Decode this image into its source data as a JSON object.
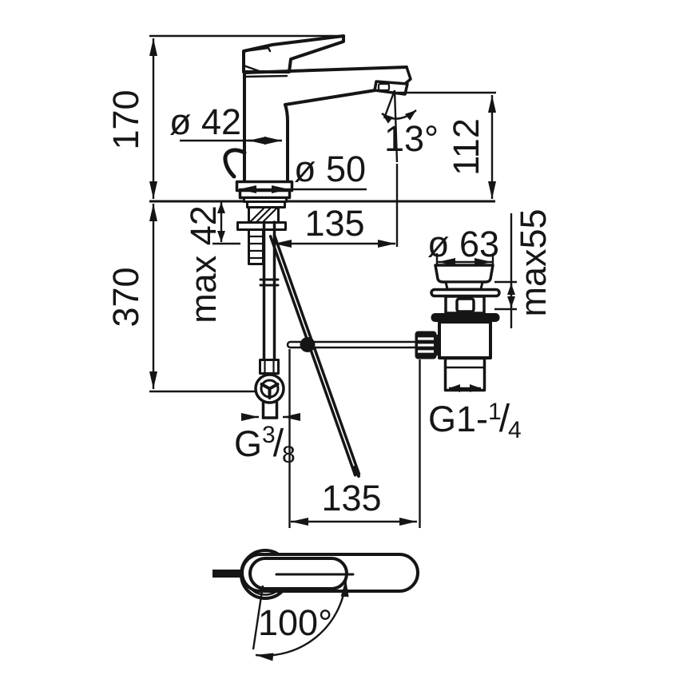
{
  "drawing": {
    "ink_color": "#151515",
    "background": "#ffffff",
    "type": "faucet-dimension-drawing",
    "dims": {
      "total_height": "170",
      "under_counter": "370",
      "body_dia": "ø 42",
      "base_dia": "ø 50",
      "spout_angle": "13°",
      "outlet_height": "112",
      "spout_reach": "135",
      "deck_max": "max 42",
      "waste_dia": "ø 63",
      "waste_deck_max": "max55",
      "waste_thread_prefix": "G1-",
      "waste_thread_num": "1",
      "waste_thread_slash": "/",
      "waste_thread_den": "4",
      "supply_thread_prefix": "G",
      "supply_thread_num": "3",
      "supply_thread_slash": "/",
      "supply_thread_den": "8",
      "rod_reach": "135",
      "handle_swing": "100°"
    }
  }
}
